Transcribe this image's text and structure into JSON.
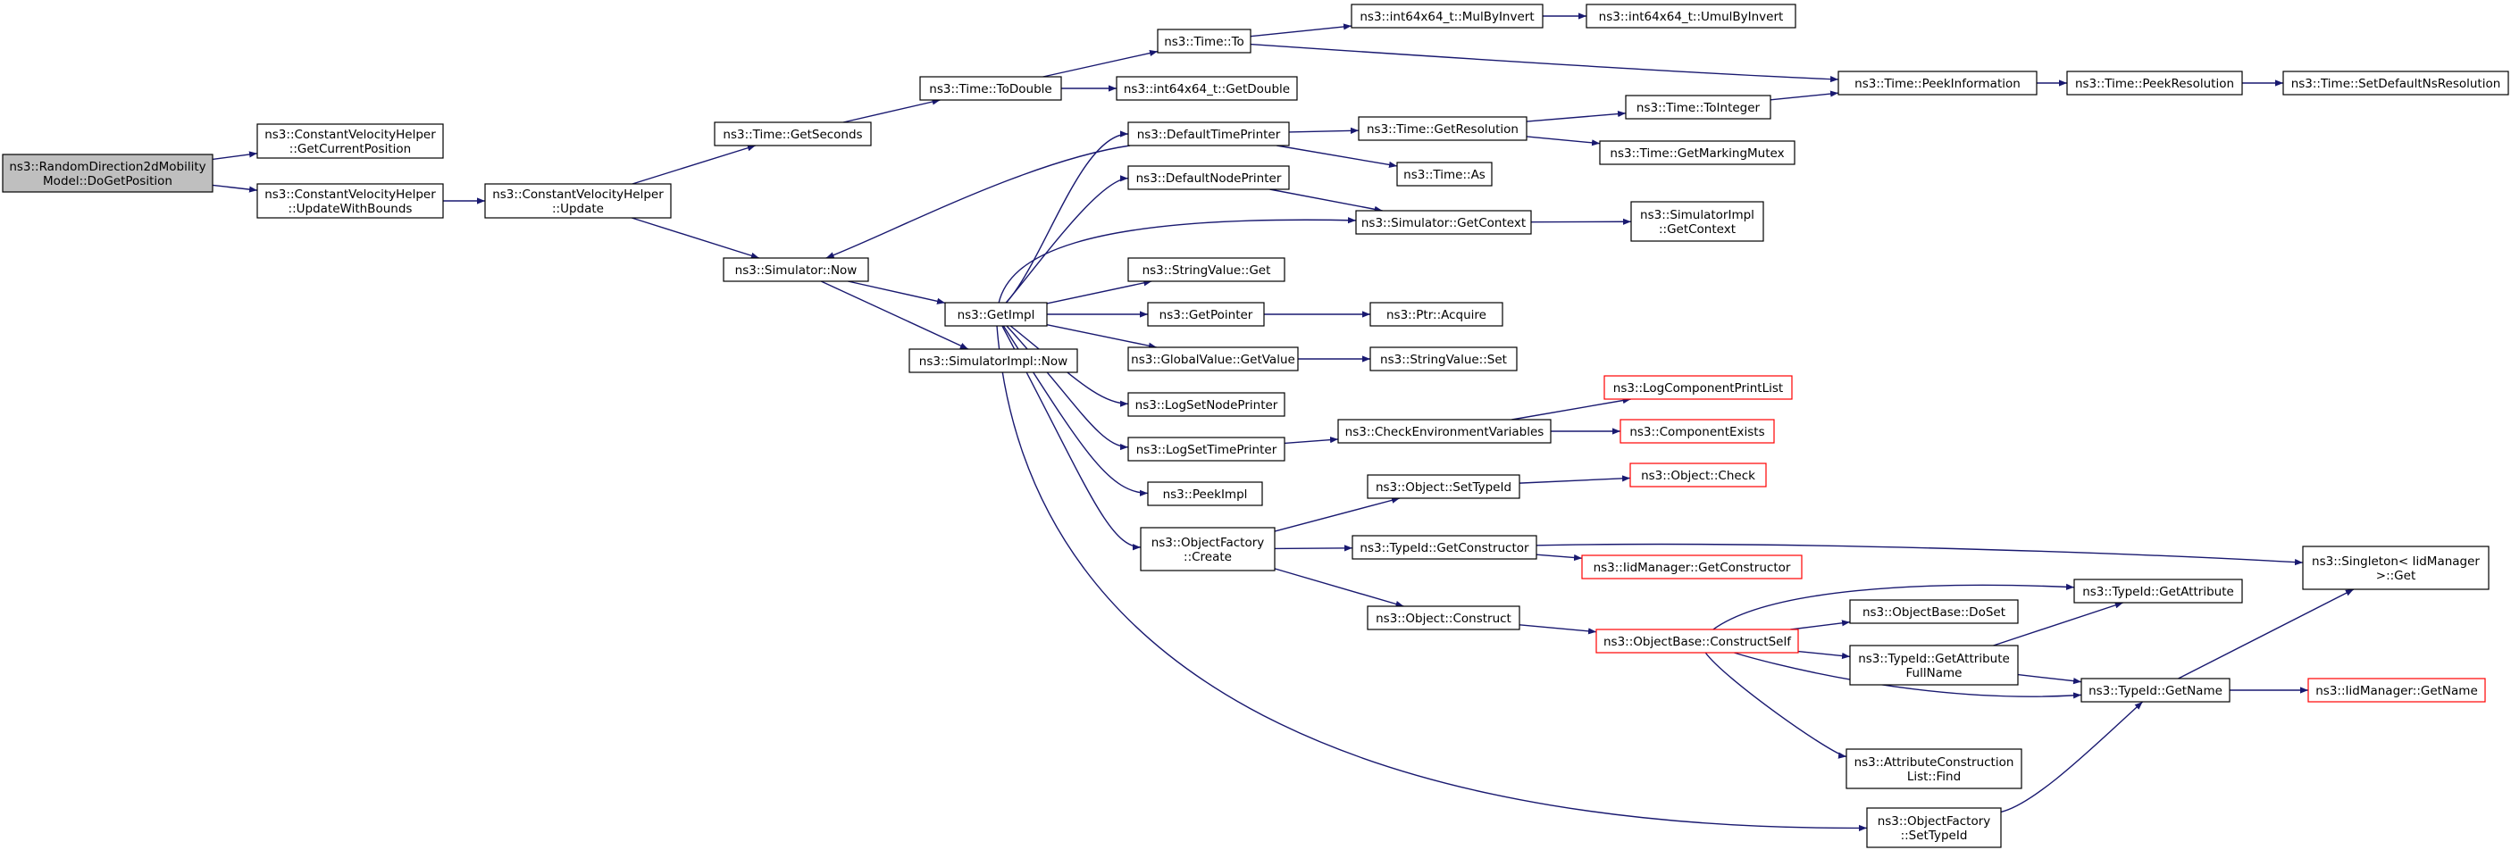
{
  "colors": {
    "edge": "#191970",
    "node_border": "#000000",
    "node_border_truncated": "#ff0000",
    "node_fill": "#ffffff",
    "root_fill": "#bfbfbf"
  },
  "nodes": [
    {
      "id": "n_root",
      "lines": [
        "ns3::RandomDirection2dMobility",
        "Model::DoGetPosition"
      ],
      "kind": "root"
    },
    {
      "id": "n_cvh_getpos",
      "lines": [
        "ns3::ConstantVelocityHelper",
        "::GetCurrentPosition"
      ],
      "kind": "normal"
    },
    {
      "id": "n_cvh_bounds",
      "lines": [
        "ns3::ConstantVelocityHelper",
        "::UpdateWithBounds"
      ],
      "kind": "normal"
    },
    {
      "id": "n_cvh_update",
      "lines": [
        "ns3::ConstantVelocityHelper",
        "::Update"
      ],
      "kind": "normal"
    },
    {
      "id": "n_getseconds",
      "lines": [
        "ns3::Time::GetSeconds"
      ],
      "kind": "normal"
    },
    {
      "id": "n_todouble",
      "lines": [
        "ns3::Time::ToDouble"
      ],
      "kind": "normal"
    },
    {
      "id": "n_time_to",
      "lines": [
        "ns3::Time::To"
      ],
      "kind": "normal"
    },
    {
      "id": "n_mulbyinvert",
      "lines": [
        "ns3::int64x64_t::MulByInvert"
      ],
      "kind": "normal"
    },
    {
      "id": "n_umulbyinvert",
      "lines": [
        "ns3::int64x64_t::UmulByInvert"
      ],
      "kind": "normal"
    },
    {
      "id": "n_getdouble",
      "lines": [
        "ns3::int64x64_t::GetDouble"
      ],
      "kind": "normal"
    },
    {
      "id": "n_peekinfo",
      "lines": [
        "ns3::Time::PeekInformation"
      ],
      "kind": "normal"
    },
    {
      "id": "n_peekres",
      "lines": [
        "ns3::Time::PeekResolution"
      ],
      "kind": "normal"
    },
    {
      "id": "n_setdefaultns",
      "lines": [
        "ns3::Time::SetDefaultNsResolution"
      ],
      "kind": "normal"
    },
    {
      "id": "n_sim_now",
      "lines": [
        "ns3::Simulator::Now"
      ],
      "kind": "normal"
    },
    {
      "id": "n_simimpl_now",
      "lines": [
        "ns3::SimulatorImpl::Now"
      ],
      "kind": "normal"
    },
    {
      "id": "n_getimpl",
      "lines": [
        "ns3::GetImpl"
      ],
      "kind": "normal"
    },
    {
      "id": "n_deftimeprinter",
      "lines": [
        "ns3::DefaultTimePrinter"
      ],
      "kind": "normal"
    },
    {
      "id": "n_getresolution",
      "lines": [
        "ns3::Time::GetResolution"
      ],
      "kind": "normal"
    },
    {
      "id": "n_tointeger",
      "lines": [
        "ns3::Time::ToInteger"
      ],
      "kind": "normal"
    },
    {
      "id": "n_getmarkingmutex",
      "lines": [
        "ns3::Time::GetMarkingMutex"
      ],
      "kind": "normal"
    },
    {
      "id": "n_time_as",
      "lines": [
        "ns3::Time::As"
      ],
      "kind": "normal"
    },
    {
      "id": "n_defnodeprinter",
      "lines": [
        "ns3::DefaultNodePrinter"
      ],
      "kind": "normal"
    },
    {
      "id": "n_sim_getcontext",
      "lines": [
        "ns3::Simulator::GetContext"
      ],
      "kind": "normal"
    },
    {
      "id": "n_simimpl_getcontext",
      "lines": [
        "ns3::SimulatorImpl",
        "::GetContext"
      ],
      "kind": "normal"
    },
    {
      "id": "n_stringvalue_get",
      "lines": [
        "ns3::StringValue::Get"
      ],
      "kind": "normal"
    },
    {
      "id": "n_getpointer",
      "lines": [
        "ns3::GetPointer"
      ],
      "kind": "normal"
    },
    {
      "id": "n_ptr_acquire",
      "lines": [
        "ns3::Ptr::Acquire"
      ],
      "kind": "normal"
    },
    {
      "id": "n_gv_getvalue",
      "lines": [
        "ns3::GlobalValue::GetValue"
      ],
      "kind": "normal"
    },
    {
      "id": "n_stringvalue_set",
      "lines": [
        "ns3::StringValue::Set"
      ],
      "kind": "normal"
    },
    {
      "id": "n_logsetnode",
      "lines": [
        "ns3::LogSetNodePrinter"
      ],
      "kind": "normal"
    },
    {
      "id": "n_logsettime",
      "lines": [
        "ns3::LogSetTimePrinter"
      ],
      "kind": "normal"
    },
    {
      "id": "n_checkenv",
      "lines": [
        "ns3::CheckEnvironmentVariables"
      ],
      "kind": "normal"
    },
    {
      "id": "n_logcompprint",
      "lines": [
        "ns3::LogComponentPrintList"
      ],
      "kind": "truncated"
    },
    {
      "id": "n_compexists",
      "lines": [
        "ns3::ComponentExists"
      ],
      "kind": "truncated"
    },
    {
      "id": "n_peekimpl",
      "lines": [
        "ns3::PeekImpl"
      ],
      "kind": "normal"
    },
    {
      "id": "n_of_create",
      "lines": [
        "ns3::ObjectFactory",
        "::Create"
      ],
      "kind": "normal"
    },
    {
      "id": "n_obj_settypeid",
      "lines": [
        "ns3::Object::SetTypeId"
      ],
      "kind": "normal"
    },
    {
      "id": "n_obj_check",
      "lines": [
        "ns3::Object::Check"
      ],
      "kind": "truncated"
    },
    {
      "id": "n_tid_getctor",
      "lines": [
        "ns3::TypeId::GetConstructor"
      ],
      "kind": "normal"
    },
    {
      "id": "n_iid_getctor",
      "lines": [
        "ns3::IidManager::GetConstructor"
      ],
      "kind": "truncated"
    },
    {
      "id": "n_singleton_get",
      "lines": [
        "ns3::Singleton< IidManager",
        ">::Get"
      ],
      "kind": "normal"
    },
    {
      "id": "n_obj_construct",
      "lines": [
        "ns3::Object::Construct"
      ],
      "kind": "normal"
    },
    {
      "id": "n_ob_constructself",
      "lines": [
        "ns3::ObjectBase::ConstructSelf"
      ],
      "kind": "truncated"
    },
    {
      "id": "n_ob_doset",
      "lines": [
        "ns3::ObjectBase::DoSet"
      ],
      "kind": "normal"
    },
    {
      "id": "n_tid_getattr",
      "lines": [
        "ns3::TypeId::GetAttribute"
      ],
      "kind": "normal"
    },
    {
      "id": "n_tid_getattrfull",
      "lines": [
        "ns3::TypeId::GetAttribute",
        "FullName"
      ],
      "kind": "normal"
    },
    {
      "id": "n_tid_getname",
      "lines": [
        "ns3::TypeId::GetName"
      ],
      "kind": "normal"
    },
    {
      "id": "n_iid_getname",
      "lines": [
        "ns3::IidManager::GetName"
      ],
      "kind": "truncated"
    },
    {
      "id": "n_acl_find",
      "lines": [
        "ns3::AttributeConstruction",
        "List::Find"
      ],
      "kind": "normal"
    },
    {
      "id": "n_of_settypeid",
      "lines": [
        "ns3::ObjectFactory",
        "::SetTypeId"
      ],
      "kind": "normal"
    }
  ],
  "edges": [
    [
      "n_root",
      "n_cvh_getpos"
    ],
    [
      "n_root",
      "n_cvh_bounds"
    ],
    [
      "n_cvh_bounds",
      "n_cvh_update"
    ],
    [
      "n_cvh_update",
      "n_getseconds"
    ],
    [
      "n_cvh_update",
      "n_sim_now"
    ],
    [
      "n_getseconds",
      "n_todouble"
    ],
    [
      "n_todouble",
      "n_time_to"
    ],
    [
      "n_todouble",
      "n_getdouble"
    ],
    [
      "n_time_to",
      "n_mulbyinvert"
    ],
    [
      "n_time_to",
      "n_peekinfo"
    ],
    [
      "n_mulbyinvert",
      "n_umulbyinvert"
    ],
    [
      "n_peekinfo",
      "n_peekres"
    ],
    [
      "n_peekres",
      "n_setdefaultns"
    ],
    [
      "n_sim_now",
      "n_getimpl"
    ],
    [
      "n_sim_now",
      "n_simimpl_now"
    ],
    [
      "n_getimpl",
      "n_deftimeprinter"
    ],
    [
      "n_getimpl",
      "n_defnodeprinter"
    ],
    [
      "n_getimpl",
      "n_sim_getcontext"
    ],
    [
      "n_getimpl",
      "n_stringvalue_get"
    ],
    [
      "n_getimpl",
      "n_getpointer"
    ],
    [
      "n_getimpl",
      "n_gv_getvalue"
    ],
    [
      "n_getimpl",
      "n_logsetnode"
    ],
    [
      "n_getimpl",
      "n_logsettime"
    ],
    [
      "n_getimpl",
      "n_peekimpl"
    ],
    [
      "n_getimpl",
      "n_of_create"
    ],
    [
      "n_getimpl",
      "n_of_settypeid"
    ],
    [
      "n_deftimeprinter",
      "n_sim_now"
    ],
    [
      "n_deftimeprinter",
      "n_getresolution"
    ],
    [
      "n_deftimeprinter",
      "n_time_as"
    ],
    [
      "n_getresolution",
      "n_tointeger"
    ],
    [
      "n_getresolution",
      "n_getmarkingmutex"
    ],
    [
      "n_tointeger",
      "n_peekinfo"
    ],
    [
      "n_defnodeprinter",
      "n_sim_getcontext"
    ],
    [
      "n_sim_getcontext",
      "n_simimpl_getcontext"
    ],
    [
      "n_getpointer",
      "n_ptr_acquire"
    ],
    [
      "n_gv_getvalue",
      "n_stringvalue_set"
    ],
    [
      "n_logsettime",
      "n_checkenv"
    ],
    [
      "n_checkenv",
      "n_logcompprint"
    ],
    [
      "n_checkenv",
      "n_compexists"
    ],
    [
      "n_of_create",
      "n_obj_settypeid"
    ],
    [
      "n_of_create",
      "n_tid_getctor"
    ],
    [
      "n_of_create",
      "n_obj_construct"
    ],
    [
      "n_obj_settypeid",
      "n_obj_check"
    ],
    [
      "n_tid_getctor",
      "n_iid_getctor"
    ],
    [
      "n_tid_getctor",
      "n_singleton_get"
    ],
    [
      "n_obj_construct",
      "n_ob_constructself"
    ],
    [
      "n_ob_constructself",
      "n_ob_doset"
    ],
    [
      "n_ob_constructself",
      "n_tid_getattr"
    ],
    [
      "n_ob_constructself",
      "n_tid_getattrfull"
    ],
    [
      "n_ob_constructself",
      "n_tid_getname"
    ],
    [
      "n_ob_constructself",
      "n_acl_find"
    ],
    [
      "n_tid_getattrfull",
      "n_tid_getattr"
    ],
    [
      "n_tid_getattrfull",
      "n_tid_getname"
    ],
    [
      "n_tid_getname",
      "n_singleton_get"
    ],
    [
      "n_tid_getname",
      "n_iid_getname"
    ],
    [
      "n_of_settypeid",
      "n_tid_getname"
    ]
  ]
}
